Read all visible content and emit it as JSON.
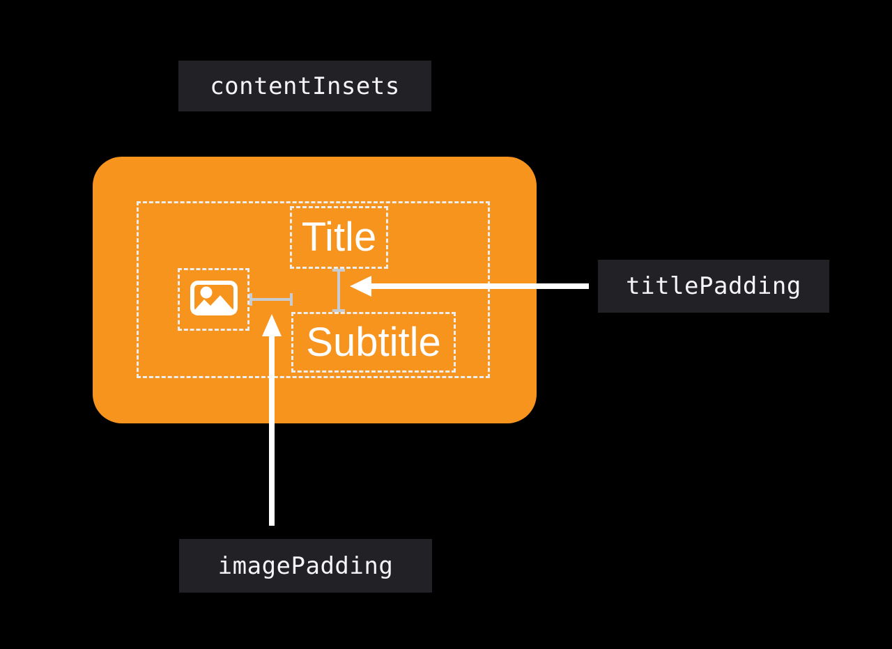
{
  "diagram": {
    "background_color": "#000000",
    "card_color": "#F7941E",
    "label_background": "#222226",
    "label_text_color": "#F5F5F7",
    "guide_color": "#C8CBCF",
    "arrow_color": "#FFFFFF",
    "dashed_border_color": "#EDEDED"
  },
  "labels": {
    "content_insets": "contentInsets",
    "title_padding": "titlePadding",
    "image_padding": "imagePadding"
  },
  "card": {
    "title": "Title",
    "subtitle": "Subtitle"
  },
  "icons": {
    "image_placeholder": "photo-icon"
  }
}
